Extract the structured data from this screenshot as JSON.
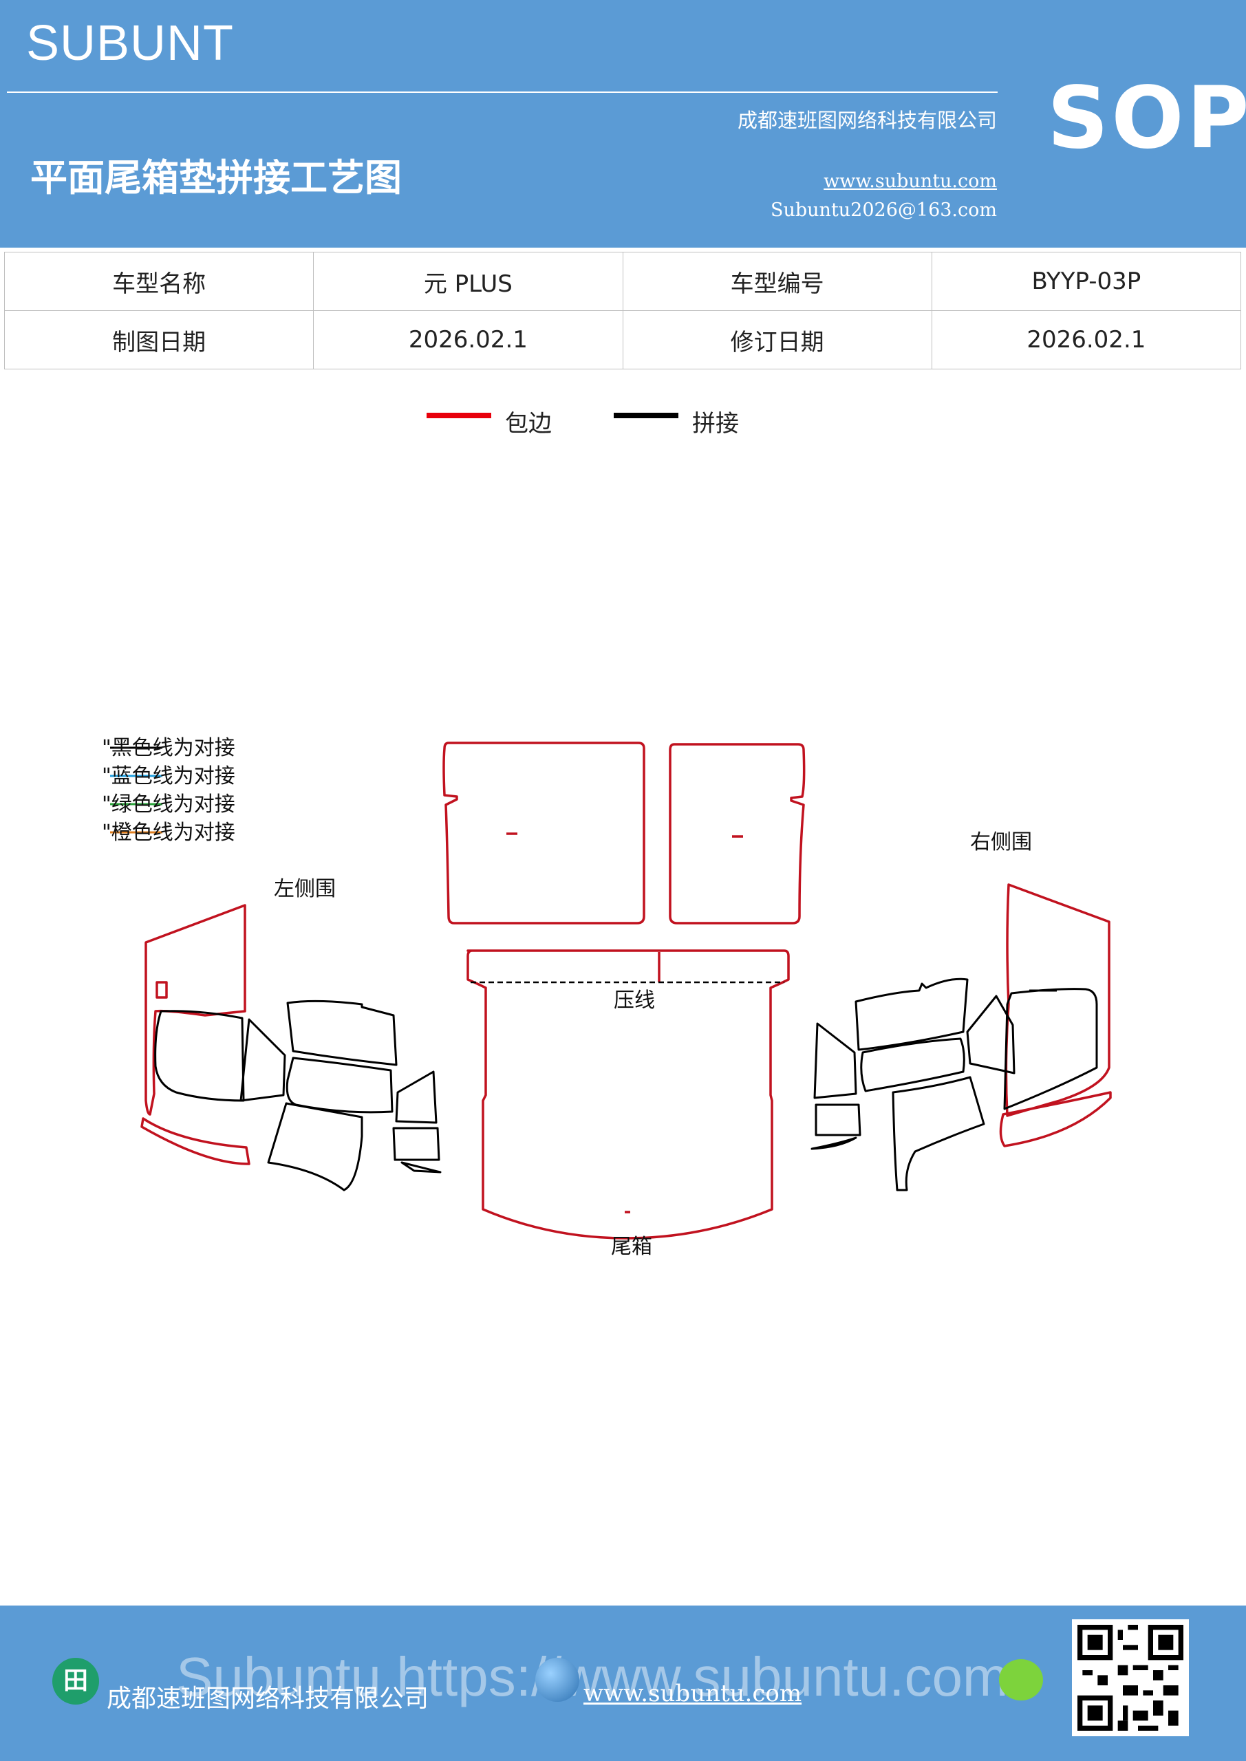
{
  "header": {
    "brand": "SUBUNT",
    "title": "平面尾箱垫拼接工艺图",
    "company": "成都速班图网络科技有限公司",
    "website": "www.subuntu.com",
    "email": "Subuntu2026@163.com",
    "badge": "SOP",
    "background_color": "#5b9bd5"
  },
  "info_table": {
    "rows": [
      [
        {
          "label": "车型名称",
          "value": "元 PLUS"
        },
        {
          "label": "车型编号",
          "value": "BYYP-03P"
        }
      ],
      [
        {
          "label": "制图日期",
          "value": "2026.02.1"
        },
        {
          "label": "修订日期",
          "value": "2026.02.1"
        }
      ]
    ]
  },
  "legend": [
    {
      "label": "包边",
      "color": "#e8000b"
    },
    {
      "label": "拼接",
      "color": "#000000"
    }
  ],
  "drawing": {
    "inner_legend": [
      {
        "label": "\"黑色线为对接",
        "color": "#000000"
      },
      {
        "label": "\"蓝色线为对接",
        "color": "#22a0e0"
      },
      {
        "label": "\"绿色线为对接",
        "color": "#2aa33a"
      },
      {
        "label": "\"橙色线为对接",
        "color": "#e07f20"
      }
    ],
    "labels": {
      "left": "左侧围",
      "right": "右侧围",
      "crease": "压线",
      "trunk": "尾箱"
    },
    "edge_color": "#c1121f",
    "seam_color": "#000000"
  },
  "footer": {
    "company": "成都速班图网络科技有限公司",
    "website": "www.subuntu.com",
    "watermark": "Subuntu https://www.subuntu.com",
    "icon_text": "田"
  }
}
